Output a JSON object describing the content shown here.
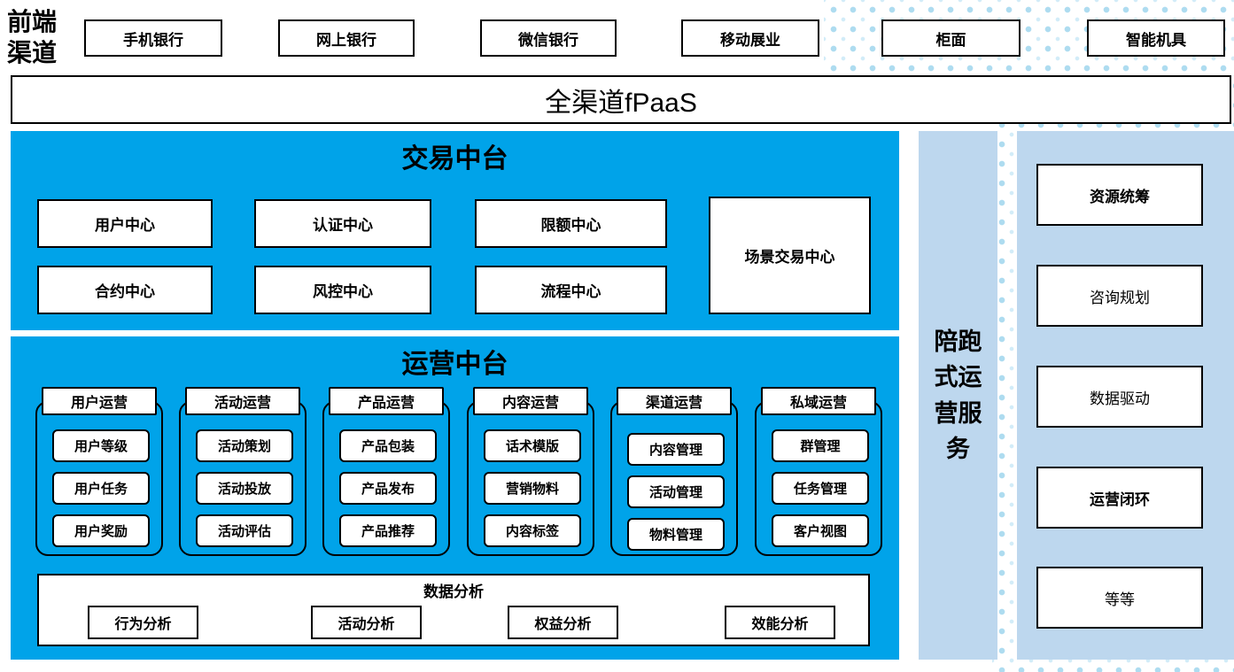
{
  "front_channels": {
    "label": "前端渠道",
    "items": [
      "手机银行",
      "网上银行",
      "微信银行",
      "移动展业",
      "柜面",
      "智能机具"
    ]
  },
  "fpaas": {
    "label": "全渠道fPaaS"
  },
  "transaction_platform": {
    "title": "交易中台",
    "centers_row1": [
      "用户中心",
      "认证中心",
      "限额中心"
    ],
    "centers_row2": [
      "合约中心",
      "风控中心",
      "流程中心"
    ],
    "scenario_center": "场景交易中心"
  },
  "operations_platform": {
    "title": "运营中台",
    "groups": [
      {
        "title": "用户运营",
        "items": [
          "用户等级",
          "用户任务",
          "用户奖励"
        ]
      },
      {
        "title": "活动运营",
        "items": [
          "活动策划",
          "活动投放",
          "活动评估"
        ]
      },
      {
        "title": "产品运营",
        "items": [
          "产品包装",
          "产品发布",
          "产品推荐"
        ]
      },
      {
        "title": "内容运营",
        "items": [
          "话术模版",
          "营销物料",
          "内容标签"
        ]
      },
      {
        "title": "渠道运营",
        "items": [
          "内容管理",
          "活动管理",
          "物料管理"
        ]
      },
      {
        "title": "私域运营",
        "items": [
          "群管理",
          "任务管理",
          "客户视图"
        ]
      }
    ],
    "data_analysis": {
      "title": "数据分析",
      "items": [
        "行为分析",
        "活动分析",
        "权益分析",
        "效能分析"
      ]
    }
  },
  "side_service": {
    "label": "陪跑式运营服务"
  },
  "right_column": {
    "items": [
      {
        "label": "资源统筹",
        "bold": true
      },
      {
        "label": "咨询规划",
        "bold": false
      },
      {
        "label": "数据驱动",
        "bold": false
      },
      {
        "label": "运营闭环",
        "bold": true
      },
      {
        "label": "等等",
        "bold": false
      }
    ]
  },
  "colors": {
    "panel_blue": "#00a3e9",
    "light_blue": "#bdd7ee",
    "dot_blue": "#aedcf0"
  }
}
